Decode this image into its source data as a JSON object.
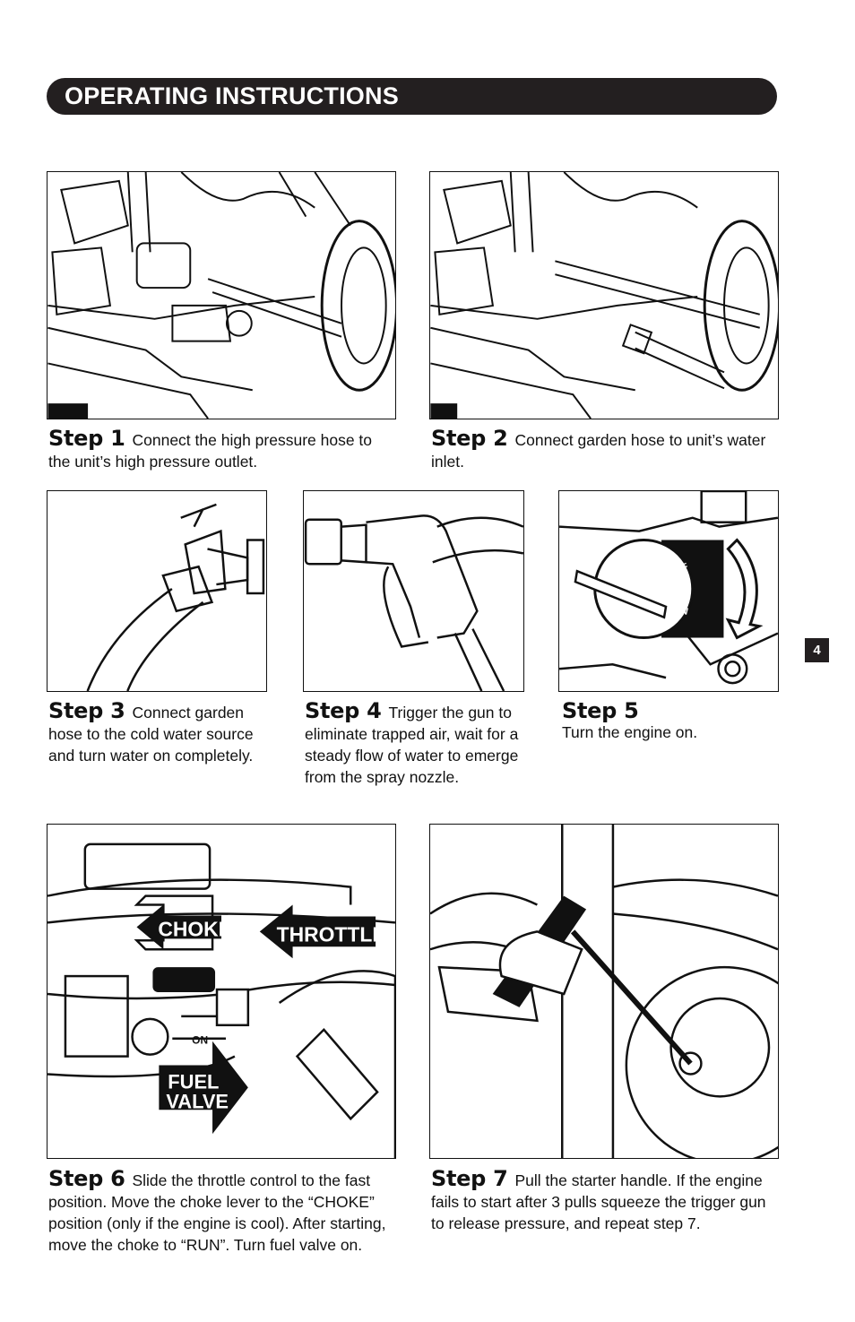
{
  "header": {
    "title": "OPERATING INSTRUCTIONS"
  },
  "page_number": "4",
  "steps": [
    {
      "label": "Step 1",
      "text": "Connect the high pressure hose to the unit’s high pressure outlet."
    },
    {
      "label": "Step 2",
      "text": "Connect garden hose to unit’s water inlet."
    },
    {
      "label": "Step 3",
      "text": "Connect garden hose to the cold water source and turn water on completely."
    },
    {
      "label": "Step 4",
      "text": "Trigger the gun to eliminate trapped air, wait for a steady flow of water to emerge from the spray nozzle."
    },
    {
      "label": "Step 5",
      "text": "Turn the engine on."
    },
    {
      "label": "Step 6",
      "text": "Slide the throttle control to the fast position. Move the choke lever to the “CHOKE” position (only if the engine is cool). After starting, move the choke to “RUN”. Turn fuel valve on."
    },
    {
      "label": "Step 7",
      "text": "Pull the starter handle. If the engine fails to start after 3 pulls  squeeze the trigger gun to release pressure, and repeat step 7."
    }
  ],
  "figure_labels": {
    "off": "OFF",
    "on": "ON",
    "choke": "CHOKE",
    "throttle": "THROTTLE",
    "fuel": "FUEL",
    "valve": "VALVE",
    "on_small": "ON"
  }
}
